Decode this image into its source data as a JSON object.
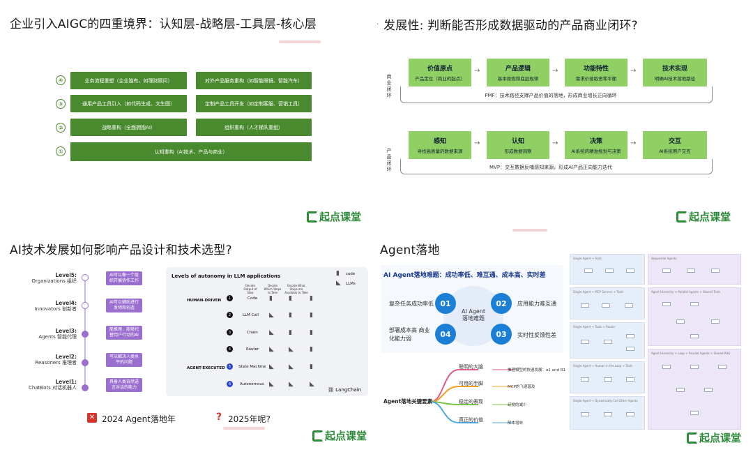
{
  "q1": {
    "title": "企业引入AIGC的四重境界：认知层-战略层-工具层-核心层",
    "rows": [
      {
        "num": "④",
        "left": "业务流程重塑（企业独有，如理财顾问）",
        "right": "对外产品服务重构（如智能眼镜、智能汽车）"
      },
      {
        "num": "③",
        "left": "通用产品工具引入（如代码生成、文生图）",
        "right": "定制产品工具开发（如定制客服、营销工具）"
      },
      {
        "num": "②",
        "left": "战略重构（全面拥抱AI）",
        "right": "组织重构（人才梯队重组）"
      },
      {
        "num": "①",
        "full": "认知重构（AI技术、产品与商业）"
      }
    ]
  },
  "q2": {
    "title": "发展性: 判断能否形成数据驱动的产品商业闭环?",
    "side1": "商业闭环",
    "side2": "产品闭环",
    "row1": [
      {
        "t": "价值原点",
        "s": "产品定位（商业的起点）"
      },
      {
        "t": "产品逻辑",
        "s": "基本原则和底层规律"
      },
      {
        "t": "功能特性",
        "s": "需求价值取舍和平衡"
      },
      {
        "t": "技术实现",
        "s": "明确AI技术落地路径"
      }
    ],
    "loop1": "PMF：技术路径支撑产品价值的落地，形成商业增长正向循环",
    "row2": [
      {
        "t": "感知",
        "s": "寻找高质量的数据来源"
      },
      {
        "t": "认知",
        "s": "形成数据洞察"
      },
      {
        "t": "决策",
        "s": "AI系统的精准规划与决策"
      },
      {
        "t": "交互",
        "s": "AI系统用户交互"
      }
    ],
    "loop2": "MVP：交互数据反哺感知来源，形成AI产品正向能力迭代"
  },
  "q3": {
    "title": "AI技术发展如何影响产品设计和技术选型?",
    "levels": [
      {
        "l": "Level5:",
        "d": "Organizations 组织",
        "box": "AI可以像一个组织开展协作工作"
      },
      {
        "l": "Level4:",
        "d": "Innovators 创新者",
        "box": "AI可以辅助进行发明和创造"
      },
      {
        "l": "Level3:",
        "d": "Agents 智能代理",
        "box": "能推理，能够代替用户行动的AI"
      },
      {
        "l": "Level2:",
        "d": "Reasoners 推理者",
        "box": "可以解决人类水平的问题"
      },
      {
        "l": "Level1:",
        "d": "ChatBots 对话机器人",
        "box": "具备人类自然语言对话的能力"
      }
    ],
    "chart_title": "Levels of autonomy in LLM applications",
    "legend": [
      "code",
      "LLMs"
    ],
    "cols": [
      "Decide Output of Step",
      "Decide Which Steps to Take",
      "Decide What Steps are Available to Take"
    ],
    "groups": [
      "HUMAN-DRIVEN",
      "AGENT-EXECUTED"
    ],
    "rows": [
      "Code",
      "LLM Call",
      "Chain",
      "Router",
      "State Machine",
      "Autonomous"
    ],
    "brand": "LangChain",
    "foot_left": "2024 Agent落地年",
    "foot_right": "2025年呢?"
  },
  "q4": {
    "title": "Agent落地",
    "banner": "AI Agent落地难题：成功率低、难互通、成本高、实时差",
    "center": "AI Agent 落地难题",
    "items": [
      {
        "n": "01",
        "t": "复杂任务成功率低"
      },
      {
        "n": "02",
        "t": "应用能力难互通"
      },
      {
        "n": "03",
        "t": "实时性反馈性差"
      },
      {
        "n": "04",
        "t": "部署成本高 商业化能力弱"
      }
    ],
    "root": "Agent落地关键要素",
    "branches": [
      {
        "b": "聪明的大脑",
        "l": "推理模型的快速发展：o1 and R1"
      },
      {
        "b": "可用的手脚",
        "l": "MCP的飞速普及"
      },
      {
        "b": "稳定的表现",
        "l": "幻觉的减少"
      },
      {
        "b": "真正的价值",
        "l": "降本增效"
      }
    ],
    "thumbs": [
      "Single Agent + Tools",
      "Sequential Agents",
      "Single Agent + MCP Servers + Tools",
      "Agent Hierarchy + Parallel Agents + Shared Tools",
      "Single Agent + Tools + Router",
      "Single Agent + Human in the Loop + Tools",
      "Agent Hierarchy + Loop + Parallel Agents + Shared RAG",
      "Single Agent + Dynamically Call Other Agents"
    ]
  },
  "logo_text": "起点课堂",
  "colors": {
    "green": "#4a8a2e",
    "light_green": "#8fcf63",
    "purple": "#9b6fd0",
    "blue": "#1b7fd6"
  }
}
